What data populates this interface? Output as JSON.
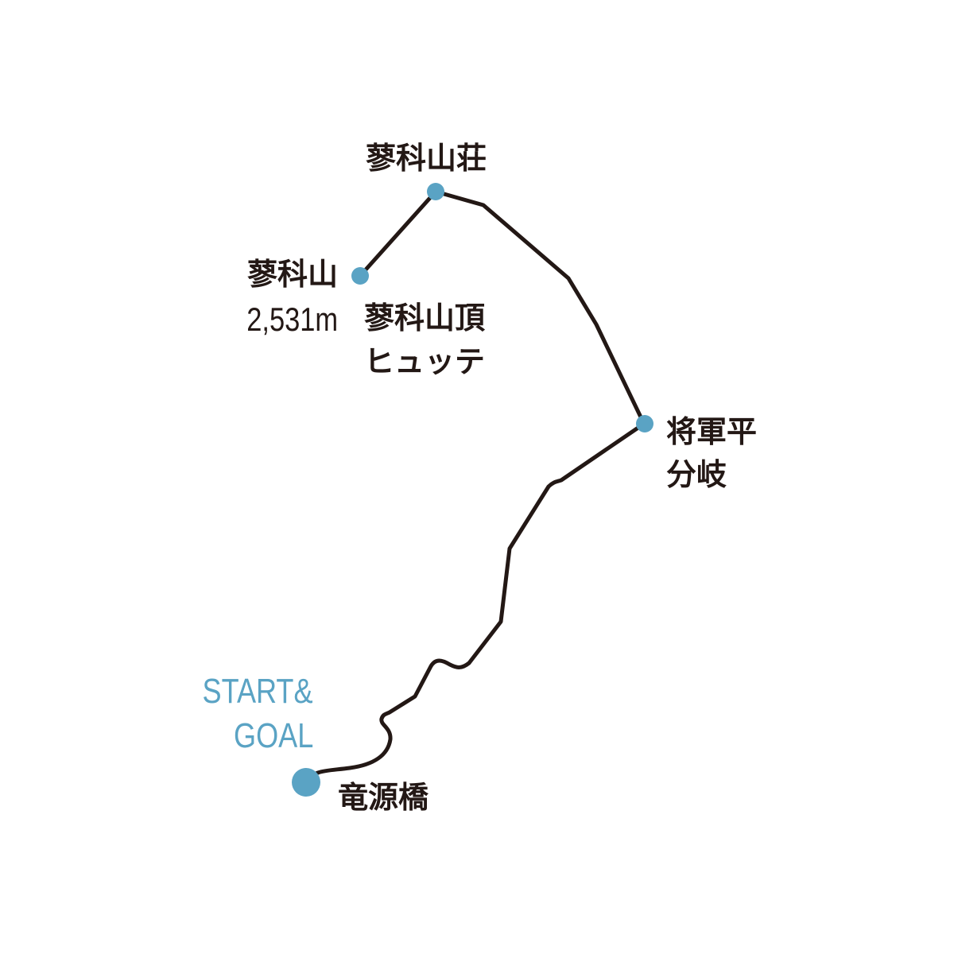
{
  "colors": {
    "route": "#231815",
    "point": "#5aa3c4",
    "start_label": "#5aa3c4"
  },
  "points": {
    "sanso": "蓼科山荘",
    "summit": "蓼科山",
    "summit_elevation": "2,531m",
    "hutte_line1": "蓼科山頂",
    "hutte_line2": "ヒュッテ",
    "junction_line1": "将軍平",
    "junction_line2": "分岐",
    "trailhead": "竜源橋"
  },
  "start_goal": {
    "line1": "START&",
    "line2": "GOAL"
  }
}
